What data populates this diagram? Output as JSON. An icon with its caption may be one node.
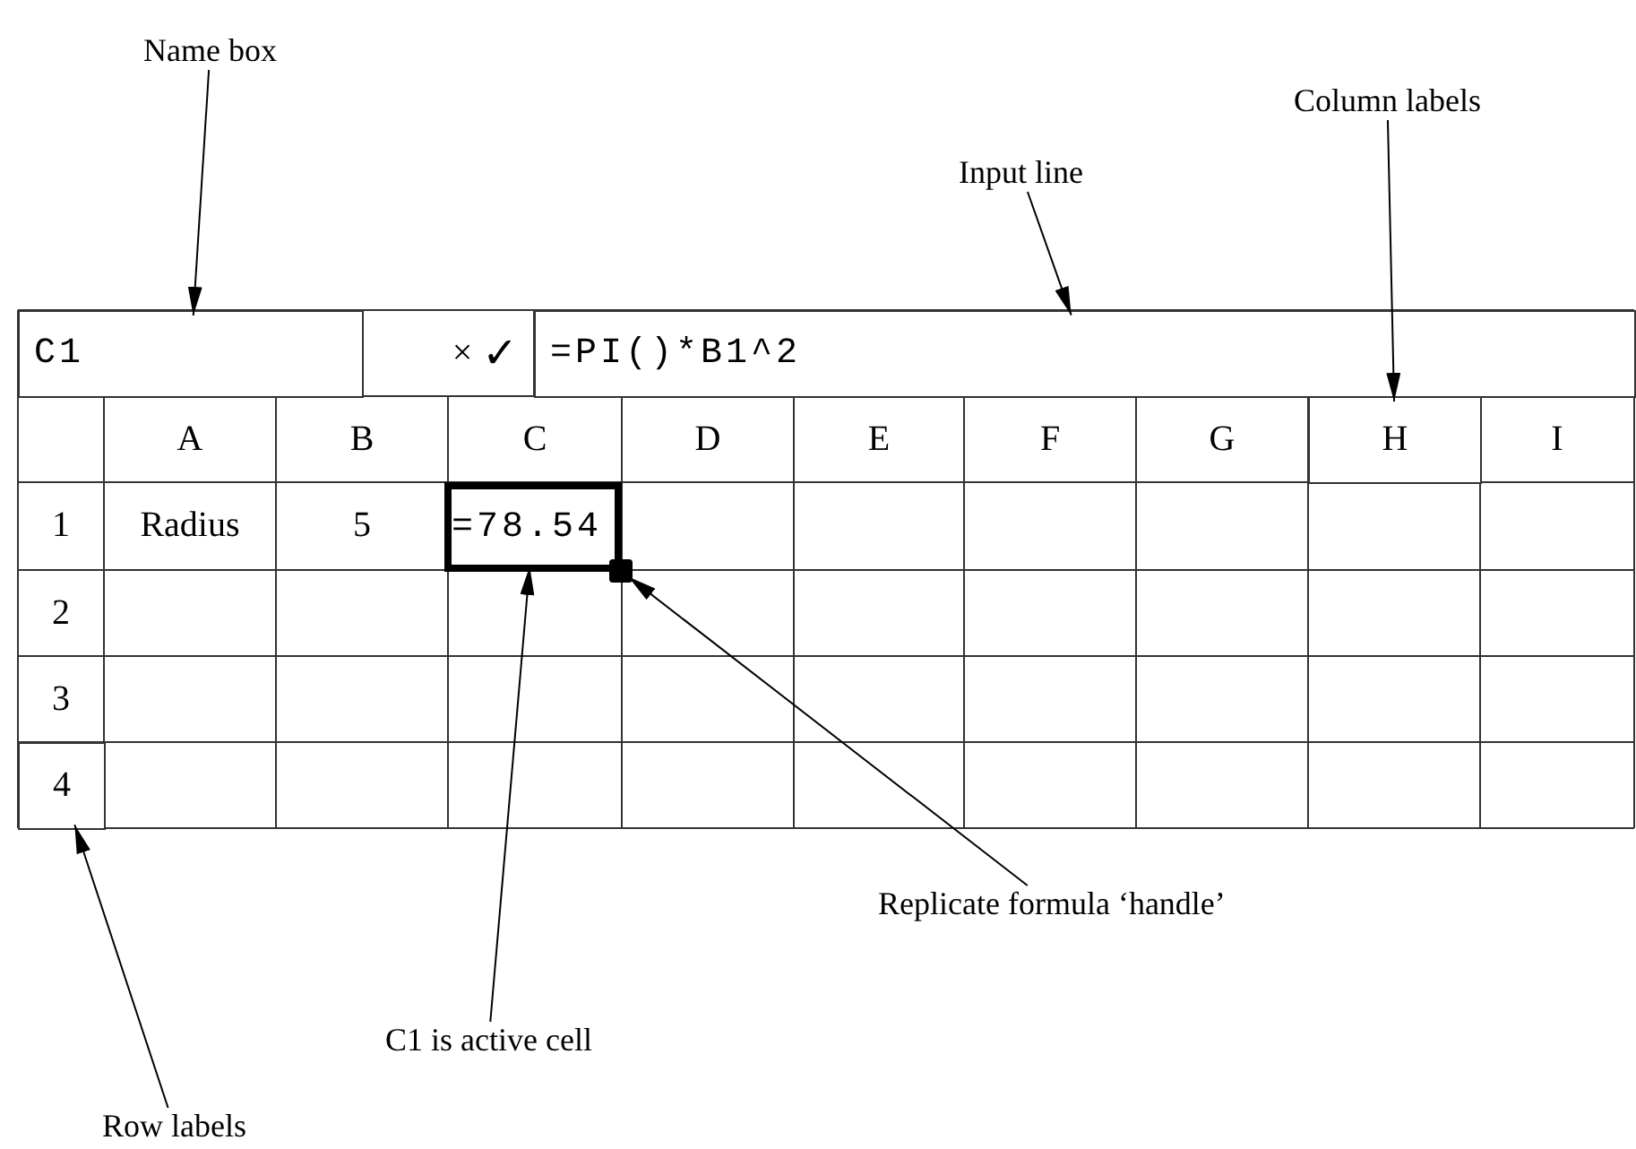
{
  "diagram": {
    "nodes": [
      {
        "text": [
          "Name box"
        ]
      },
      {
        "text": [
          "Input line"
        ]
      },
      {
        "text": [
          "Column labels"
        ]
      },
      {
        "text": [
          "C1"
        ]
      },
      {
        "text": [
          "=PI()*B1^2"
        ]
      },
      {
        "text": [
          "H"
        ]
      },
      {
        "text": [
          "=78.54"
        ]
      },
      {
        "text": [],
        "shape": "box"
      },
      {
        "text": [
          "4"
        ]
      },
      {
        "text": [
          "Replicate formula ‘handle’"
        ]
      },
      {
        "text": [
          "C1 is active cell"
        ]
      },
      {
        "text": [
          "Row labels"
        ]
      }
    ],
    "edges": [
      {
        "from": 0,
        "to": 3,
        "arrow": "to"
      },
      {
        "from": 1,
        "to": 4,
        "arrow": "to"
      },
      {
        "from": 2,
        "to": 5,
        "arrow": "to"
      },
      {
        "from": 9,
        "to": 7,
        "arrow": "to"
      },
      {
        "from": 10,
        "to": 6,
        "arrow": "to"
      },
      {
        "from": 11,
        "to": 8,
        "arrow": "to"
      }
    ],
    "labels": [
      "×",
      "✓",
      "A",
      "B",
      "C",
      "D",
      "E",
      "F",
      "G",
      "I",
      "1",
      "Radius",
      "5",
      "2",
      "3"
    ]
  }
}
